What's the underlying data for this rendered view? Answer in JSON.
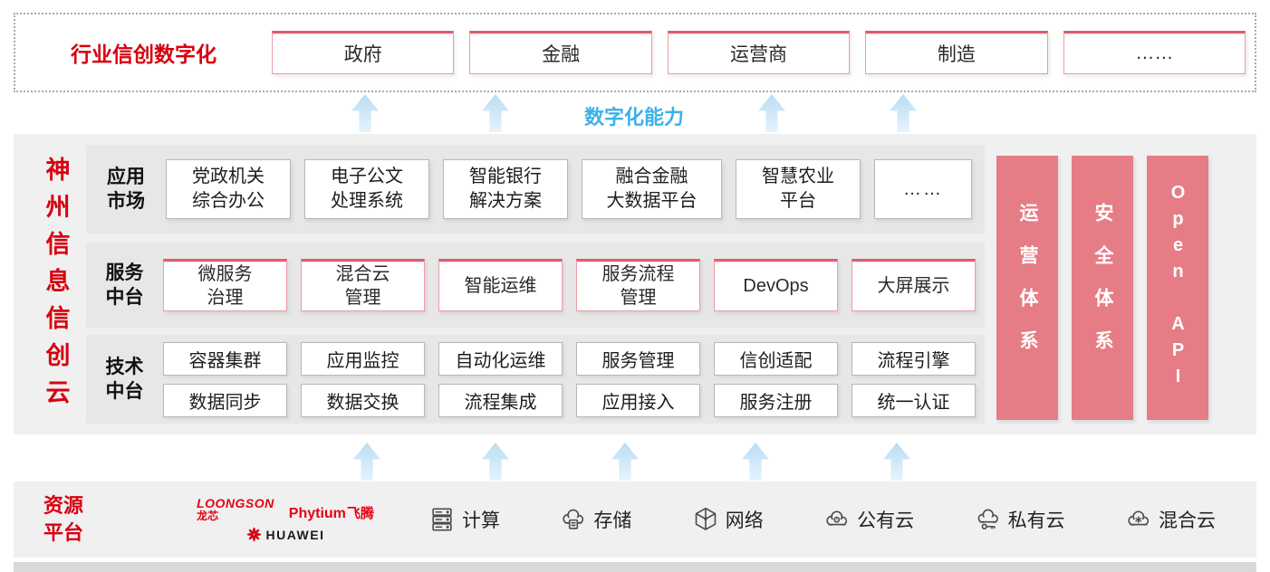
{
  "colors": {
    "accent_red": "#d7000f",
    "pink_border": "#ef9aa3",
    "pillar_pink": "#e67c85",
    "capability_blue": "#3eb0e8",
    "arrow_blue": "#b9ddf4",
    "panel_gray": "#f0f0f1"
  },
  "top_banner": {
    "label": "行业信创数字化",
    "items": [
      "政府",
      "金融",
      "运营商",
      "制造",
      "……"
    ]
  },
  "capability_label": "数字化能力",
  "platform": {
    "title": "神州信息信创云",
    "rows": [
      {
        "label": "应用\n市场",
        "items": [
          "党政机关\n综合办公",
          "电子公文\n处理系统",
          "智能银行\n解决方案",
          "融合金融\n大数据平台",
          "智慧农业\n平台",
          "……"
        ]
      },
      {
        "label": "服务\n中台",
        "items": [
          "微服务\n治理",
          "混合云\n管理",
          "智能运维",
          "服务流程\n管理",
          "DevOps",
          "大屏展示"
        ]
      },
      {
        "label": "技术\n中台",
        "items_row1": [
          "容器集群",
          "应用监控",
          "自动化运维",
          "服务管理",
          "信创适配",
          "流程引擎"
        ],
        "items_row2": [
          "数据同步",
          "数据交换",
          "流程集成",
          "应用接入",
          "服务注册",
          "统一认证"
        ]
      }
    ],
    "pillars": [
      "运营体系",
      "安全体系",
      "Open API"
    ]
  },
  "resources": {
    "label": "资源\n平台",
    "logos": [
      {
        "name": "loongson",
        "text": "LOONGSON",
        "sub": "龙芯"
      },
      {
        "name": "phytium",
        "text": "Phytium",
        "sub": "飞腾"
      },
      {
        "name": "huawei",
        "text": "HUAWEI"
      }
    ],
    "items": [
      {
        "icon": "compute-icon",
        "label": "计算"
      },
      {
        "icon": "storage-icon",
        "label": "存储"
      },
      {
        "icon": "network-icon",
        "label": "网络"
      },
      {
        "icon": "public-cloud-icon",
        "label": "公有云"
      },
      {
        "icon": "private-cloud-icon",
        "label": "私有云"
      },
      {
        "icon": "hybrid-cloud-icon",
        "label": "混合云"
      }
    ]
  }
}
